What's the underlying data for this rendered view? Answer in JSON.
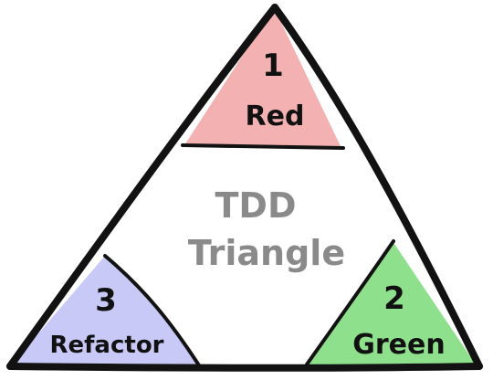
{
  "diagram": {
    "colors": {
      "outline": "#121212",
      "red": "#f4b1b1",
      "green": "#8fe08c",
      "blue": "#c8c9f7",
      "center_text": "#8a8a8a",
      "label_text": "#111111"
    },
    "top": {
      "number": "1",
      "label": "Red"
    },
    "right": {
      "number": "2",
      "label": "Green"
    },
    "left": {
      "number": "3",
      "label": "Refactor"
    },
    "center": {
      "line1": "TDD",
      "line2": "Triangle"
    }
  }
}
